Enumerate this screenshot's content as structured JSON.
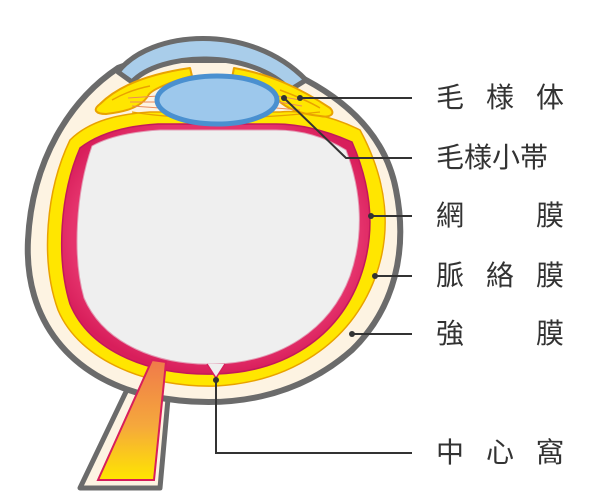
{
  "labels": {
    "ciliary_body": [
      "毛",
      "様",
      "体"
    ],
    "zonule": "毛様小帯",
    "retina": [
      "網",
      "膜"
    ],
    "choroid": [
      "脈",
      "絡",
      "膜"
    ],
    "sclera": [
      "強",
      "膜"
    ],
    "fovea": [
      "中",
      "心",
      "窩"
    ]
  },
  "colors": {
    "outline": "#6b6b6b",
    "sclera_fill": "#fdf3e2",
    "choroid": "#ffe600",
    "retina": "#e5336c",
    "vitreous": "#efefef",
    "cornea": "#a9cdea",
    "lens": "#9dc8ec",
    "lens_edge": "#4a90d0",
    "ciliary": "#ffe600",
    "nerve_top": "#f07a4a",
    "nerve_bottom": "#ffe600",
    "leader": "#333333"
  }
}
